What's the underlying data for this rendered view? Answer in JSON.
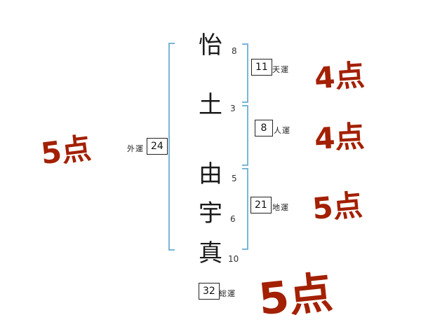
{
  "diagram_title": "name-fortune-diagram",
  "name_chars": [
    {
      "char": "怡",
      "strokes": "8"
    },
    {
      "char": "土",
      "strokes": "3"
    },
    {
      "char": "由",
      "strokes": "5"
    },
    {
      "char": "宇",
      "strokes": "6"
    },
    {
      "char": "真",
      "strokes": "10"
    }
  ],
  "fortunes": {
    "ten": {
      "value": "11",
      "label": "天運",
      "score": "4点"
    },
    "jin": {
      "value": "8",
      "label": "人運",
      "score": "4点"
    },
    "chi": {
      "value": "21",
      "label": "地運",
      "score": "5点"
    },
    "gai": {
      "value": "24",
      "label": "外運",
      "score": "5点"
    },
    "sou": {
      "value": "32",
      "label": "総運",
      "score": "5点"
    }
  },
  "colors": {
    "score_red": "#a32000",
    "bracket_blue": "#7ab5d6",
    "box_border": "#222222"
  }
}
